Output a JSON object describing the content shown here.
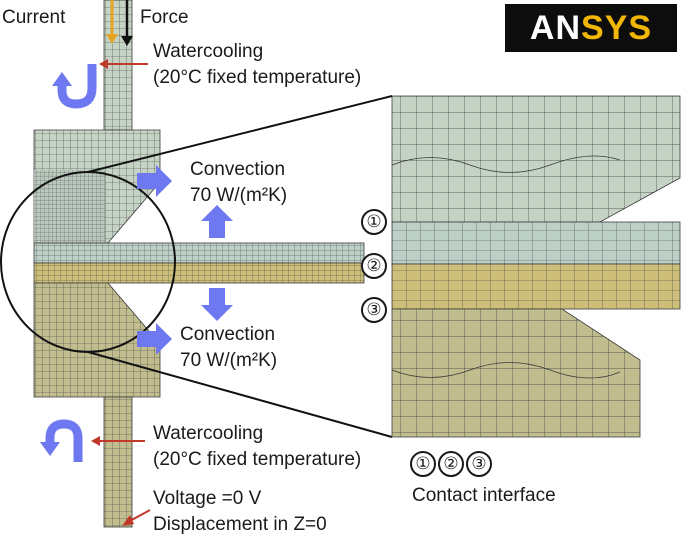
{
  "labels": {
    "current": "Current",
    "force": "Force",
    "watercooling_top": "Watercooling",
    "temp_top": "(20°C fixed temperature)",
    "convection_top": "Convection",
    "conv_value_top": "70 W/(m²K)",
    "convection_bottom": "Convection",
    "conv_value_bottom": "70 W/(m²K)",
    "watercooling_bottom": "Watercooling",
    "temp_bottom": "(20°C fixed temperature)",
    "voltage": "Voltage =0 V",
    "displacement": "Displacement in Z=0",
    "contact_interface": "Contact interface"
  },
  "markers": [
    "①",
    "②",
    "③"
  ],
  "legend_markers": [
    "①",
    "②",
    "③"
  ],
  "logo": {
    "an": "AN",
    "sys": "SYS"
  },
  "colors": {
    "upper_mesh": "#c5d3c4",
    "lower_mesh": "#c1bd8f",
    "sheet_upper": "#bcd0c7",
    "sheet_lower": "#cdbf79",
    "mesh_line": "#3a3a3a",
    "arrow_blue": "#6e78f0",
    "arrow_red": "#c0392b",
    "current_arrow": "#e6a323",
    "logo_bg": "#0d0d0d",
    "logo_accent": "#f2b705"
  }
}
